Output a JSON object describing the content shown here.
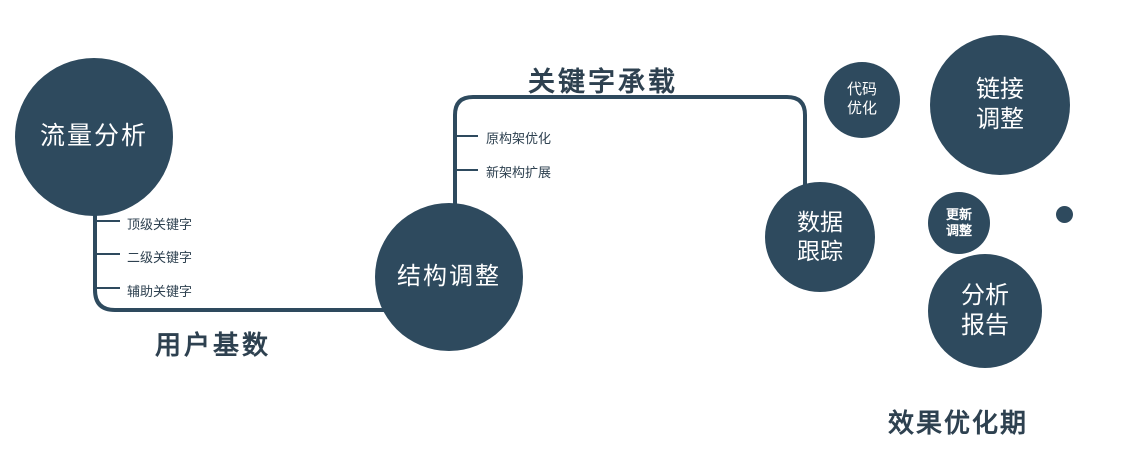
{
  "diagram": {
    "nodes": {
      "traffic": {
        "label": "流量分析"
      },
      "structure": {
        "label": "结构调整"
      },
      "tracking": {
        "label": "数据跟踪"
      },
      "code": {
        "label": "代码优化"
      },
      "link": {
        "label": "链接调整"
      },
      "update": {
        "label": "更新调整"
      },
      "report": {
        "label": "分析报告"
      }
    },
    "edge_labels": {
      "user_base": "用户基数",
      "keyword_carry": "关键字承载"
    },
    "branch_labels": {
      "traffic": [
        "顶级关键字",
        "二级关键字",
        "辅助关键字"
      ],
      "structure": [
        "原构架优化",
        "新架构扩展"
      ]
    },
    "footer": "效果优化期",
    "colors": {
      "node_fill": "#2e4a5e",
      "line": "#2e4a5e",
      "text_dark": "#2e4150",
      "background": "#ffffff"
    }
  }
}
